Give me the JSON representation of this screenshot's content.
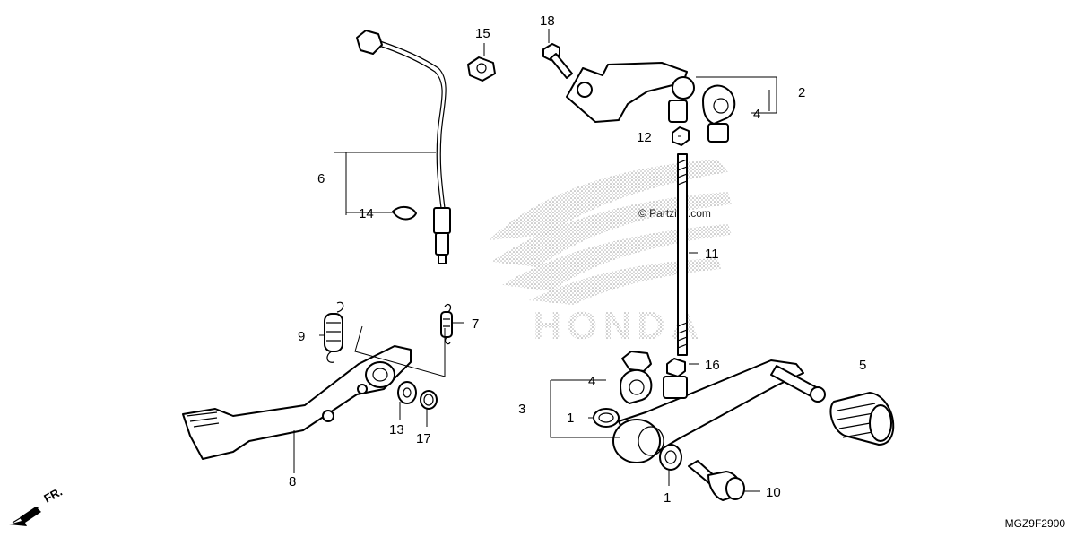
{
  "diagram": {
    "watermark_brand": "HONDA",
    "watermark_site": "© Partzilla.com",
    "diagram_code": "MGZ9F2900",
    "direction_label": "FR.",
    "callouts": {
      "c1a": "1",
      "c1b": "1",
      "c2": "2",
      "c3": "3",
      "c4a": "4",
      "c4b": "4",
      "c5": "5",
      "c6": "6",
      "c7": "7",
      "c8": "8",
      "c9": "9",
      "c10": "10",
      "c11": "11",
      "c12": "12",
      "c13": "13",
      "c14": "14",
      "c15": "15",
      "c16": "16",
      "c17": "17",
      "c18": "18"
    },
    "colors": {
      "line": "#000000",
      "background": "#ffffff",
      "watermark": "#9a9a9a"
    }
  }
}
